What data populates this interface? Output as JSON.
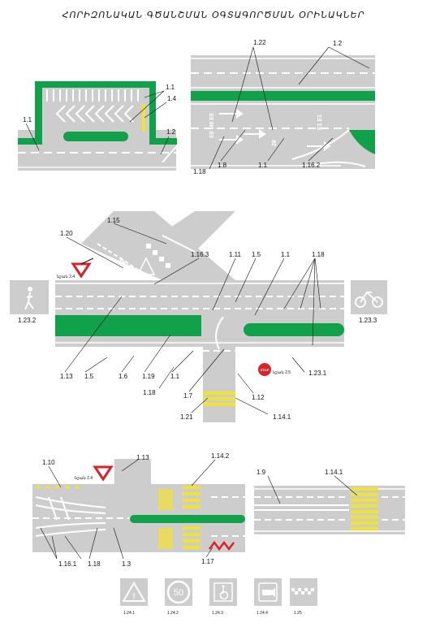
{
  "title": "ՀՈՐԻԶՈՆԱԿԱՆ ԳԾԱՆՇՄԱՆ ՕԳՏԱԳՈՐԾՄԱՆ ՕՐԻՆԱԿՆԵՐ",
  "colors": {
    "road": "#cdcdcd",
    "green": "#12a14b",
    "yellow": "#f2e330",
    "sign_red": "#d8232a",
    "white": "#ffffff"
  },
  "panel1": {
    "labels": [
      "1.1",
      "1.4",
      "1.1",
      "1.2"
    ]
  },
  "panel2": {
    "labels": [
      "1.22",
      "1.2",
      "1.18",
      "1.8",
      "1.1",
      "1.16.2"
    ],
    "road_text": [
      "E8 M8 E8",
      "E1 E1",
      "28"
    ]
  },
  "panel3": {
    "labels": [
      "1.15",
      "1.20",
      "1.16.3",
      "1.11",
      "1.5",
      "1.1",
      "1.18",
      "1.13",
      "1.5",
      "1.6",
      "1.19",
      "1.1",
      "1.18",
      "1.7",
      "1.12",
      "1.23.1",
      "1.21",
      "1.14.1"
    ],
    "icon_left_label": "1.23.2",
    "icon_right_label": "1.23.3",
    "sign_yield_text": "նշան 2.4",
    "sign_stop_text": "նշան 2.5",
    "stop_word": "STOP"
  },
  "panel4": {
    "labels": [
      "1.10",
      "1.13",
      "1.14.2",
      "1.16.1",
      "1.18",
      "1.3",
      "1.17"
    ],
    "sign_yield_text": "նշան 2.4"
  },
  "panel5": {
    "labels": [
      "1.9",
      "1.14.1"
    ]
  },
  "legend": [
    {
      "label": "1.24.1",
      "icon": "warning-triangle-icon"
    },
    {
      "label": "1.24.2",
      "icon": "speed-limit-icon",
      "value": "50"
    },
    {
      "label": "1.24.3",
      "icon": "wheelchair-icon"
    },
    {
      "label": "1.24.4",
      "icon": "camera-icon"
    },
    {
      "label": "1.25",
      "icon": "checker-strip-icon"
    }
  ]
}
